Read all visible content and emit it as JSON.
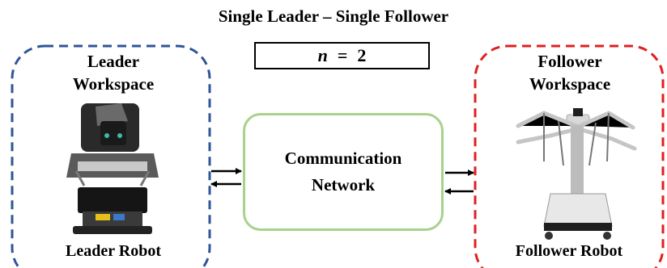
{
  "title": "Single Leader – Single Follower",
  "n_box": {
    "variable": "n",
    "operator": "=",
    "value": "2"
  },
  "leader": {
    "workspace_line1": "Leader",
    "workspace_line2": "Workspace",
    "robot_label": "Leader Robot",
    "border_color": "#2f5597"
  },
  "follower": {
    "workspace_line1": "Follower",
    "workspace_line2": "Workspace",
    "robot_label": "Follower Robot",
    "border_color": "#e02020"
  },
  "network": {
    "line1": "Communication",
    "line2": "Network",
    "border_color": "#a9d18e"
  }
}
